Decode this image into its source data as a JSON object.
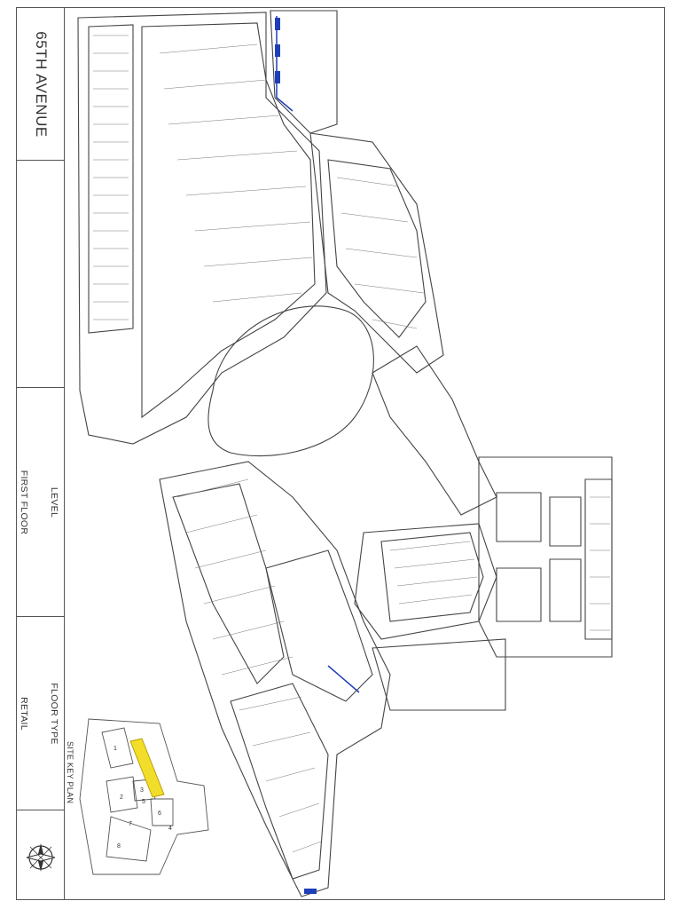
{
  "project": {
    "name": "65TH AVENUE"
  },
  "level": {
    "label": "LEVEL",
    "value": "FIRST  FLOOR"
  },
  "floor_type": {
    "label": "FLOOR TYPE",
    "value": "RETAIL"
  },
  "key_plan": {
    "title": "SITE KEY PLAN",
    "block_numbers": [
      "1",
      "2",
      "3",
      "4",
      "5",
      "6",
      "7",
      "8"
    ],
    "highlight_color": "#f2dd2a"
  },
  "compass": {
    "icon": "north-arrow-icon"
  },
  "colors": {
    "line": "#444444",
    "accent_blue": "#1f3fb8"
  }
}
